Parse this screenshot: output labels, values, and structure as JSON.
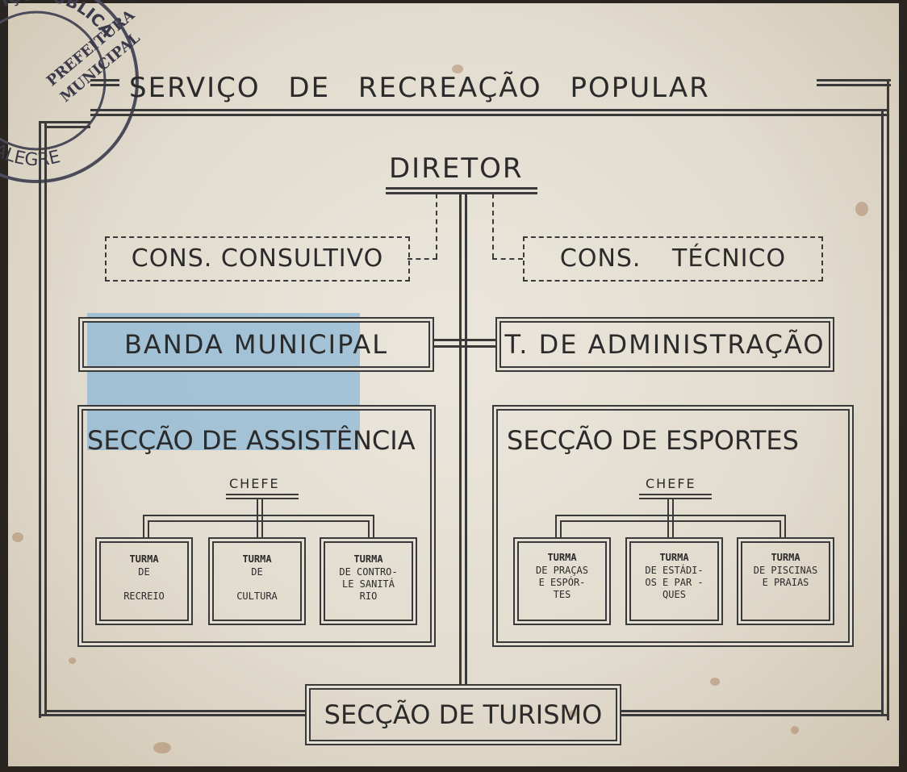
{
  "title": "SERVIÇO DE RECREAÇÃO POPULAR",
  "director": "DIRETOR",
  "councils": {
    "consultivo": "CONS. CONSULTIVO",
    "tecnico": "CONS. TÉCNICO"
  },
  "units": {
    "banda": "BANDA MUNICIPAL",
    "administracao": "T. DE ADMINISTRAÇÃO"
  },
  "assistencia": {
    "title": "SECÇÃO DE ASSISTÊNCIA",
    "chefe": "CHEFE",
    "turmas": [
      {
        "name": "TURMA",
        "desc": "DE\n\nRECREIO"
      },
      {
        "name": "TURMA",
        "desc": "DE\n\nCULTURA"
      },
      {
        "name": "TURMA",
        "desc": "DE CONTRO-\nLE SANITÁ\nRIO"
      }
    ]
  },
  "esportes": {
    "title": "SECÇÃO DE ESPORTES",
    "chefe": "CHEFE",
    "turmas": [
      {
        "name": "TURMA",
        "desc": "DE PRAÇAS\nE ESPÓR-\nTES"
      },
      {
        "name": "TURMA",
        "desc": "DE ESTÁDI-\nOS E PAR -\nQUES"
      },
      {
        "name": "TURMA",
        "desc": "DE PISCINAS\nE PRAIAS"
      }
    ]
  },
  "turismo": "SECÇÃO DE TURISMO",
  "stamp": {
    "top": "SÉRVIÇO PÚBLICA",
    "mid1": "PREFEITURA",
    "mid2": "MUNICIPAL",
    "bottom": "PORTO ALEGRE"
  }
}
